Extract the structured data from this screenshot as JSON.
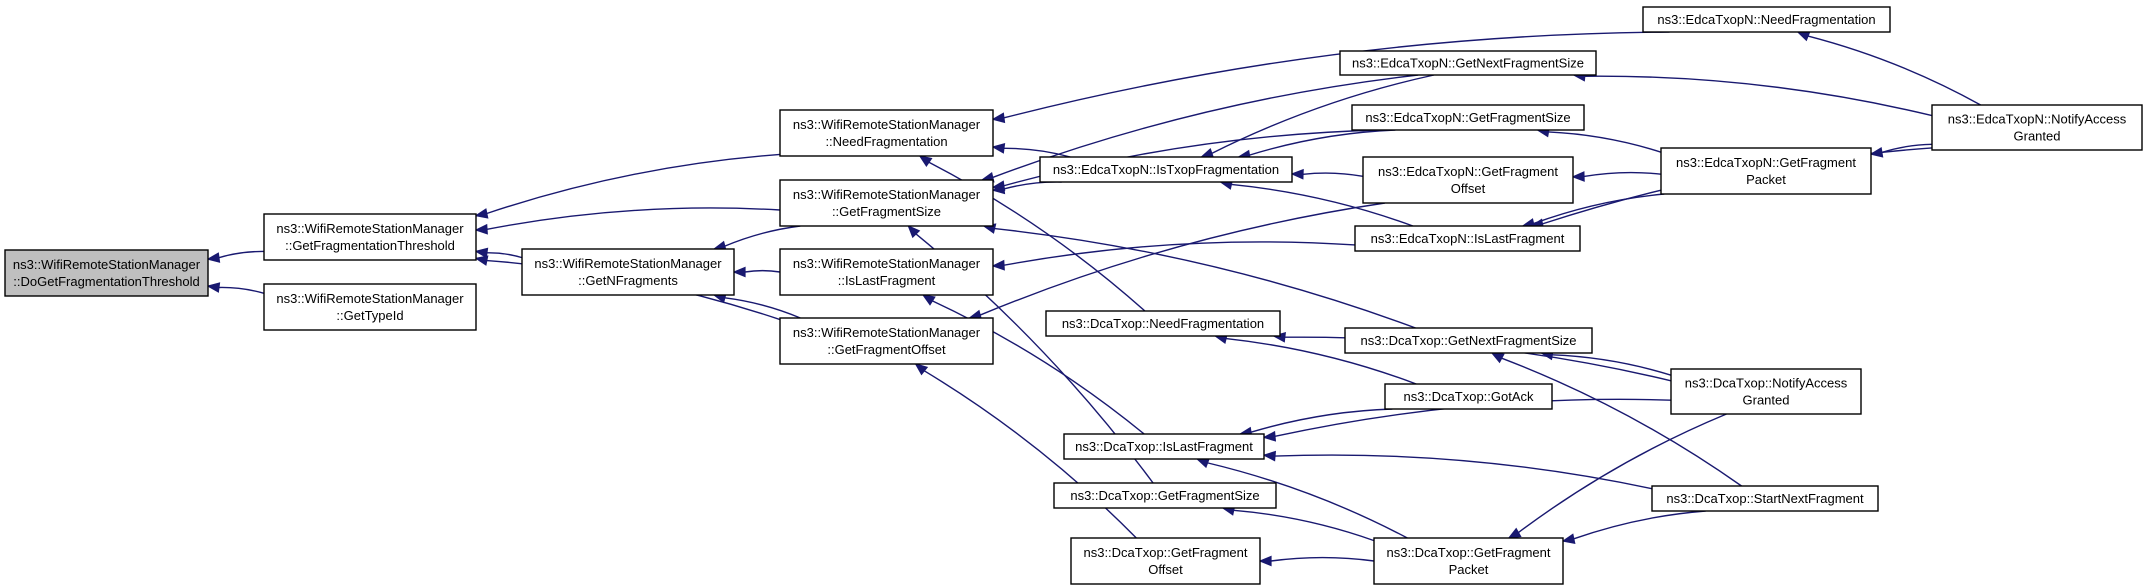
{
  "colors": {
    "node_fill": "#ffffff",
    "root_fill": "#bfbfbf",
    "edge": "#191970",
    "border": "#000000"
  },
  "nodes": [
    {
      "id": "root",
      "lines": [
        "ns3::WifiRemoteStationManager",
        "::DoGetFragmentationThreshold"
      ],
      "root": true
    },
    {
      "id": "getfragthr",
      "lines": [
        "ns3::WifiRemoteStationManager",
        "::GetFragmentationThreshold"
      ]
    },
    {
      "id": "gettypeid",
      "lines": [
        "ns3::WifiRemoteStationManager",
        "::GetTypeId"
      ]
    },
    {
      "id": "getnfrag",
      "lines": [
        "ns3::WifiRemoteStationManager",
        "::GetNFragments"
      ]
    },
    {
      "id": "needfrag",
      "lines": [
        "ns3::WifiRemoteStationManager",
        "::NeedFragmentation"
      ]
    },
    {
      "id": "getfragsize",
      "lines": [
        "ns3::WifiRemoteStationManager",
        "::GetFragmentSize"
      ]
    },
    {
      "id": "islastfrag",
      "lines": [
        "ns3::WifiRemoteStationManager",
        "::IsLastFragment"
      ]
    },
    {
      "id": "getfragoff",
      "lines": [
        "ns3::WifiRemoteStationManager",
        "::GetFragmentOffset"
      ]
    },
    {
      "id": "e_istxop",
      "lines": [
        "ns3::EdcaTxopN::IsTxopFragmentation"
      ]
    },
    {
      "id": "d_needfrag",
      "lines": [
        "ns3::DcaTxop::NeedFragmentation"
      ]
    },
    {
      "id": "d_islast",
      "lines": [
        "ns3::DcaTxop::IsLastFragment"
      ]
    },
    {
      "id": "d_getfragsize",
      "lines": [
        "ns3::DcaTxop::GetFragmentSize"
      ]
    },
    {
      "id": "d_getfragoff",
      "lines": [
        "ns3::DcaTxop::GetFragment",
        "Offset"
      ]
    },
    {
      "id": "e_getnextfragsize",
      "lines": [
        "ns3::EdcaTxopN::GetNextFragmentSize"
      ]
    },
    {
      "id": "e_getfragsize",
      "lines": [
        "ns3::EdcaTxopN::GetFragmentSize"
      ]
    },
    {
      "id": "e_getfragoff",
      "lines": [
        "ns3::EdcaTxopN::GetFragment",
        "Offset"
      ]
    },
    {
      "id": "e_islast",
      "lines": [
        "ns3::EdcaTxopN::IsLastFragment"
      ]
    },
    {
      "id": "d_getnextfragsize",
      "lines": [
        "ns3::DcaTxop::GetNextFragmentSize"
      ]
    },
    {
      "id": "d_gotack",
      "lines": [
        "ns3::DcaTxop::GotAck"
      ]
    },
    {
      "id": "d_getfragpacket",
      "lines": [
        "ns3::DcaTxop::GetFragment",
        "Packet"
      ]
    },
    {
      "id": "e_needfrag",
      "lines": [
        "ns3::EdcaTxopN::NeedFragmentation"
      ]
    },
    {
      "id": "e_getfragpacket",
      "lines": [
        "ns3::EdcaTxopN::GetFragment",
        "Packet"
      ]
    },
    {
      "id": "d_notify",
      "lines": [
        "ns3::DcaTxop::NotifyAccess",
        "Granted"
      ]
    },
    {
      "id": "d_startnext",
      "lines": [
        "ns3::DcaTxop::StartNextFragment"
      ]
    },
    {
      "id": "e_notify",
      "lines": [
        "ns3::EdcaTxopN::NotifyAccess",
        "Granted"
      ]
    }
  ],
  "edges": [
    {
      "from": "getfragthr",
      "to": "root"
    },
    {
      "from": "gettypeid",
      "to": "root"
    },
    {
      "from": "getnfrag",
      "to": "getfragthr"
    },
    {
      "from": "needfrag",
      "to": "getfragthr"
    },
    {
      "from": "getfragsize",
      "to": "getfragthr"
    },
    {
      "from": "getfragoff",
      "to": "getfragthr"
    },
    {
      "from": "getfragsize",
      "to": "getnfrag"
    },
    {
      "from": "islastfrag",
      "to": "getnfrag"
    },
    {
      "from": "getfragoff",
      "to": "getnfrag"
    },
    {
      "from": "e_istxop",
      "to": "needfrag"
    },
    {
      "from": "d_needfrag",
      "to": "needfrag"
    },
    {
      "from": "e_needfrag",
      "to": "needfrag"
    },
    {
      "from": "e_istxop",
      "to": "getfragsize"
    },
    {
      "from": "e_getnextfragsize",
      "to": "getfragsize"
    },
    {
      "from": "e_getfragsize",
      "to": "getfragsize"
    },
    {
      "from": "d_getnextfragsize",
      "to": "getfragsize"
    },
    {
      "from": "d_getfragsize",
      "to": "getfragsize"
    },
    {
      "from": "e_islast",
      "to": "islastfrag"
    },
    {
      "from": "d_islast",
      "to": "islastfrag"
    },
    {
      "from": "e_getfragoff",
      "to": "getfragoff"
    },
    {
      "from": "d_getfragoff",
      "to": "getfragoff"
    },
    {
      "from": "e_getnextfragsize",
      "to": "e_istxop"
    },
    {
      "from": "e_getfragsize",
      "to": "e_istxop"
    },
    {
      "from": "e_getfragoff",
      "to": "e_istxop"
    },
    {
      "from": "e_islast",
      "to": "e_istxop"
    },
    {
      "from": "e_getfragpacket",
      "to": "e_getfragsize"
    },
    {
      "from": "e_getfragpacket",
      "to": "e_getfragoff"
    },
    {
      "from": "e_getfragpacket",
      "to": "e_islast"
    },
    {
      "from": "e_notify",
      "to": "e_getnextfragsize"
    },
    {
      "from": "e_notify",
      "to": "e_needfrag"
    },
    {
      "from": "e_notify",
      "to": "e_getfragpacket"
    },
    {
      "from": "e_notify",
      "to": "e_islast"
    },
    {
      "from": "d_notify",
      "to": "d_needfrag"
    },
    {
      "from": "d_gotack",
      "to": "d_needfrag"
    },
    {
      "from": "d_notify",
      "to": "d_getnextfragsize"
    },
    {
      "from": "d_startnext",
      "to": "d_getnextfragsize"
    },
    {
      "from": "d_gotack",
      "to": "d_islast"
    },
    {
      "from": "d_notify",
      "to": "d_islast"
    },
    {
      "from": "d_startnext",
      "to": "d_islast"
    },
    {
      "from": "d_getfragpacket",
      "to": "d_islast"
    },
    {
      "from": "d_getfragpacket",
      "to": "d_getfragsize"
    },
    {
      "from": "d_getfragpacket",
      "to": "d_getfragoff"
    },
    {
      "from": "d_notify",
      "to": "d_getfragpacket"
    },
    {
      "from": "d_startnext",
      "to": "d_getfragpacket"
    }
  ]
}
